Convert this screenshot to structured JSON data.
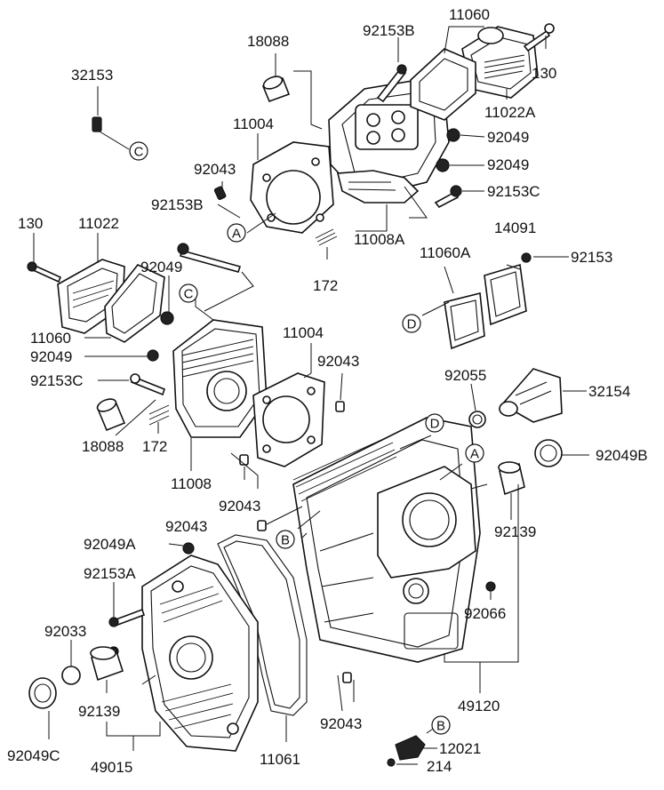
{
  "labels": {
    "p11060_top": "11060",
    "p92153B": "92153B",
    "p18088_top": "18088",
    "p130_top": "130",
    "p32153": "32153",
    "p11022A": "11022A",
    "p11004_top": "11004",
    "p92049_1": "92049",
    "p92043_1": "92043",
    "p92049_2": "92049",
    "p92153B_2": "92153B",
    "p92153C_1": "92153C",
    "p130_left": "130",
    "p11022": "11022",
    "p11008A": "11008A",
    "p14091": "14091",
    "p11060A": "11060A",
    "p92153": "92153",
    "p92049_3": "92049",
    "p172_top": "172",
    "p11060_left": "11060",
    "p11004_mid": "11004",
    "p92049_4": "92049",
    "p92043_2": "92043",
    "p92153C_2": "92153C",
    "p92055": "92055",
    "p32154": "32154",
    "p92049B": "92049B",
    "p18088_left": "18088",
    "p172_left": "172",
    "p11008": "11008",
    "p92043_3": "92043",
    "p92043_4": "92043",
    "p92139_right": "92139",
    "p92049A": "92049A",
    "p92153A": "92153A",
    "p92066": "92066",
    "p92033": "92033",
    "p49120": "49120",
    "p92139_left": "92139",
    "p92043_5": "92043",
    "p12021": "12021",
    "p92049C": "92049C",
    "p49015": "49015",
    "p11061": "11061",
    "p214": "214"
  },
  "refs": {
    "C1": "C",
    "A1": "A",
    "C2": "C",
    "D1": "D",
    "D2": "D",
    "A2": "A",
    "B1": "B",
    "B2": "B"
  }
}
